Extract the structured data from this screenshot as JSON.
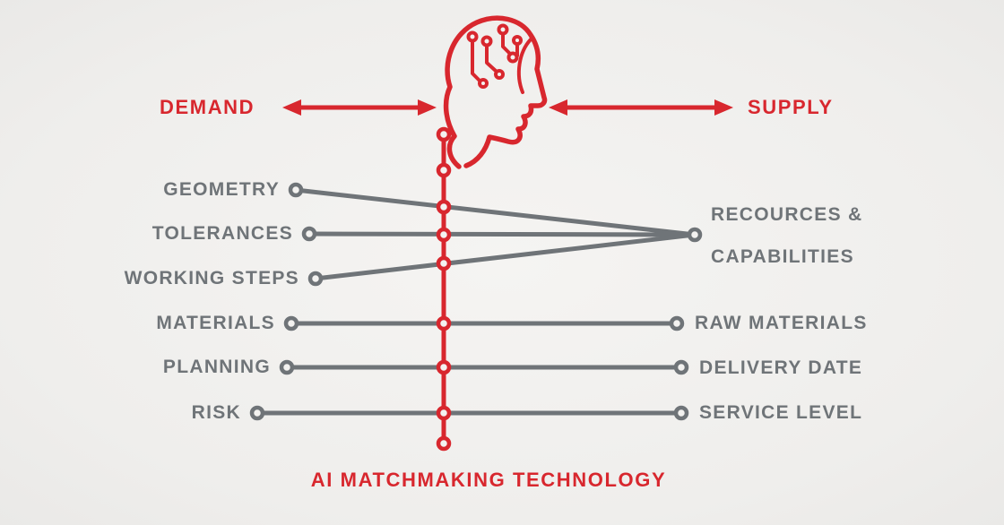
{
  "colors": {
    "accent_red": "#d8272e",
    "line_gray": "#6f7478",
    "background": "#f0efed"
  },
  "header": {
    "demand": "DEMAND",
    "supply": "SUPPLY"
  },
  "demand_items": [
    "GEOMETRY",
    "TOLERANCES",
    "WORKING STEPS",
    "MATERIALS",
    "PLANNING",
    "RISK"
  ],
  "supply_items": {
    "resources_line1": "RECOURCES &",
    "resources_line2": "CAPABILITIES",
    "raw_materials": "RAW MATERIALS",
    "delivery_date": "DELIVERY DATE",
    "service_level": "SERVICE LEVEL"
  },
  "footer": {
    "title": "AI MATCHMAKING TECHNOLOGY"
  },
  "icons": {
    "center_icon": "ai-circuit-head-icon"
  }
}
